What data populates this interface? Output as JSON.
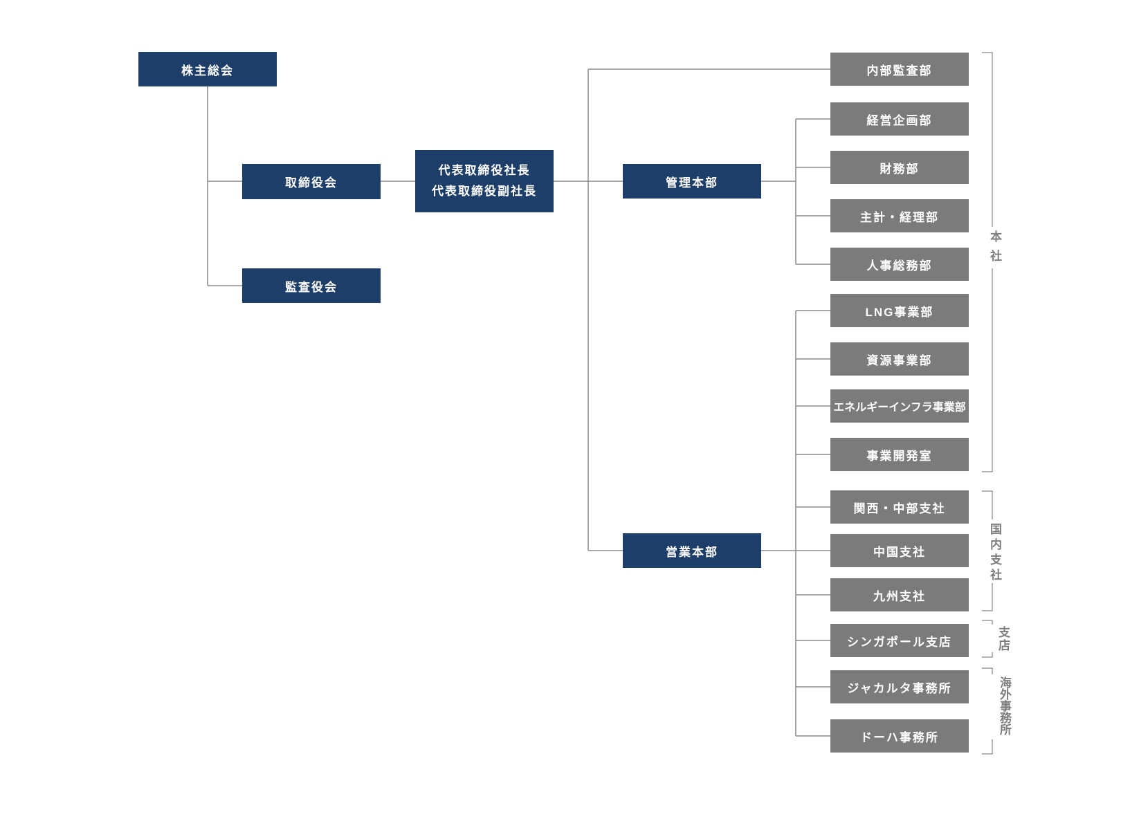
{
  "org_chart": {
    "top_nodes": {
      "shareholders_meeting": "株主総会",
      "board_of_directors": "取締役会",
      "audit_and_supervisory_board": "監査役会",
      "president_line1": "代表取締役社長",
      "president_line2": "代表取締役副社長",
      "admin_headquarters": "管理本部",
      "sales_headquarters": "営業本部"
    },
    "departments": [
      {
        "label": "内部監査部"
      },
      {
        "label": "経営企画部"
      },
      {
        "label": "財務部"
      },
      {
        "label": "主計・経理部"
      },
      {
        "label": "人事総務部"
      },
      {
        "label": "LNG事業部"
      },
      {
        "label": "資源事業部"
      },
      {
        "label": "エネルギーインフラ事業部"
      },
      {
        "label": "事業開発室"
      },
      {
        "label": "関西・中部支社"
      },
      {
        "label": "中国支社"
      },
      {
        "label": "九州支社"
      },
      {
        "label": "シンガポール支店"
      },
      {
        "label": "ジャカルタ事務所"
      },
      {
        "label": "ドーハ事務所"
      }
    ],
    "group_labels": {
      "head_office": "本社",
      "domestic_branches": "国内支社",
      "branch": "支店",
      "overseas_offices": "海外事務所"
    },
    "colors": {
      "primary_node": "#1e3e6a",
      "department_node": "#7b7b7b",
      "connector_line": "#8c8c8c",
      "bracket_line": "#9a9a9a",
      "node_text": "#ffffff",
      "group_label_text": "#7d7d7d"
    }
  }
}
